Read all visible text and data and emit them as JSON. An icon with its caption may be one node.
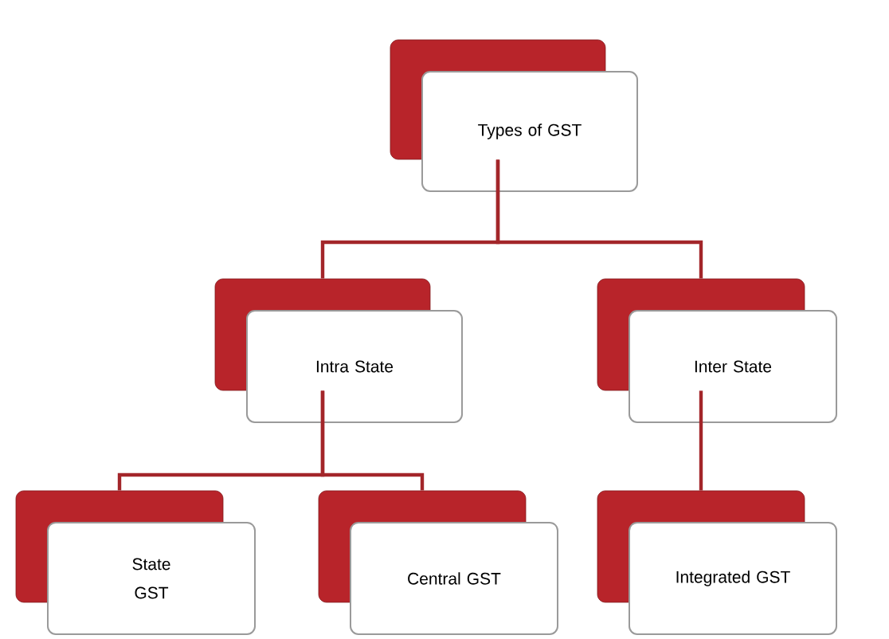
{
  "diagram": {
    "nodes": [
      {
        "text": [
          "Types of GST"
        ]
      },
      {
        "text": [
          "Intra State"
        ]
      },
      {
        "text": [
          "Inter State"
        ]
      },
      {
        "text": [
          "State GST"
        ]
      },
      {
        "text": [
          "Central GST"
        ]
      },
      {
        "text": [
          "Integrated GST"
        ]
      }
    ],
    "edges": [
      {
        "from": 0,
        "to": 1,
        "arrow": "none"
      },
      {
        "from": 0,
        "to": 2,
        "arrow": "none"
      },
      {
        "from": 1,
        "to": 3,
        "arrow": "none"
      },
      {
        "from": 1,
        "to": 4,
        "arrow": "none"
      },
      {
        "from": 2,
        "to": 5,
        "arrow": "none"
      }
    ]
  }
}
